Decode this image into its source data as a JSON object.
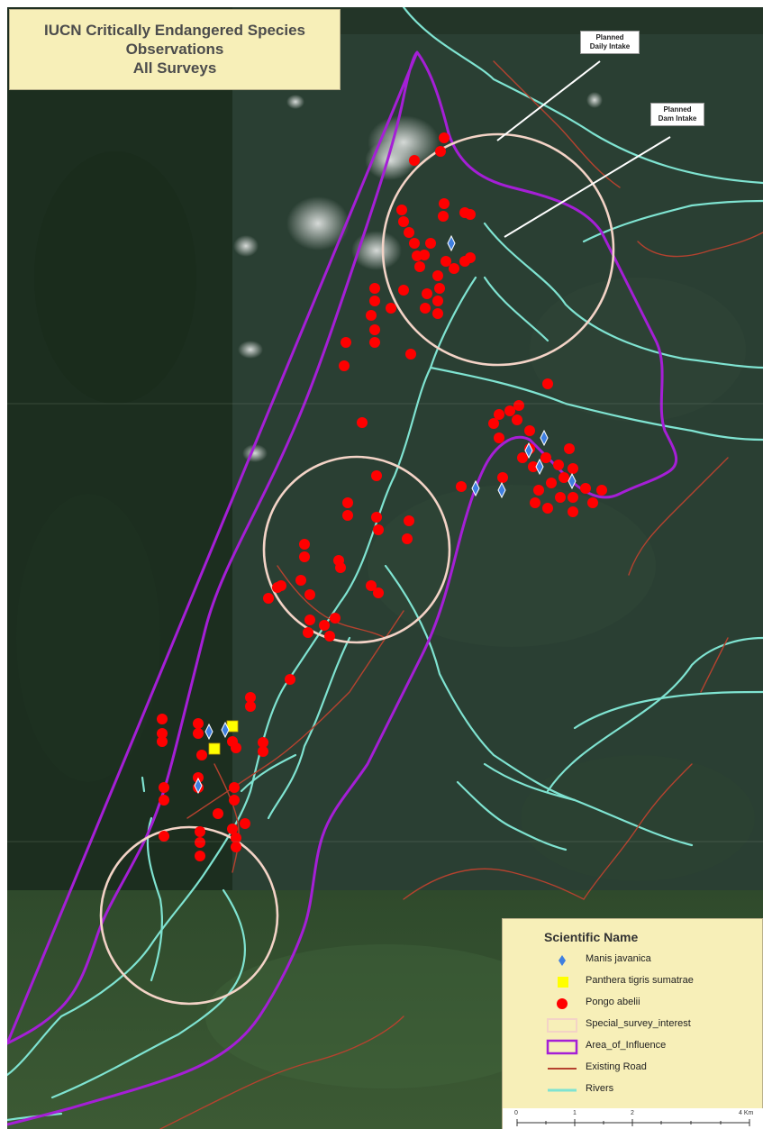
{
  "title": {
    "line1": "IUCN Critically Endangered Species",
    "line2": "Observations",
    "line3": "All Surveys"
  },
  "callouts": [
    {
      "line1": "Planned",
      "line2": "Daily Intake"
    },
    {
      "line1": "Planned",
      "line2": "Dam Intake"
    }
  ],
  "legend": {
    "title": "Scientific Name",
    "items": [
      {
        "label": "Manis javanica",
        "symbol": "blue-diamond-icon",
        "color": "#3f7fe0"
      },
      {
        "label": "Panthera tigris sumatrae",
        "symbol": "yellow-square-icon",
        "color": "#ffff00"
      },
      {
        "label": "Pongo abelii",
        "symbol": "red-circle-icon",
        "color": "#ff0000"
      },
      {
        "label": "Special_survey_interest",
        "symbol": "beige-outline-box",
        "color": "#f3d3c6"
      },
      {
        "label": "Area_of_Influence",
        "symbol": "purple-outline-box",
        "color": "#a51fd6"
      },
      {
        "label": "Existing Road",
        "symbol": "red-line",
        "color": "#b5422f"
      },
      {
        "label": "Rivers",
        "symbol": "cyan-line",
        "color": "#7fe3d1"
      }
    ]
  },
  "scale": {
    "ticks": [
      "0",
      "1",
      "2",
      "4 Km"
    ]
  }
}
